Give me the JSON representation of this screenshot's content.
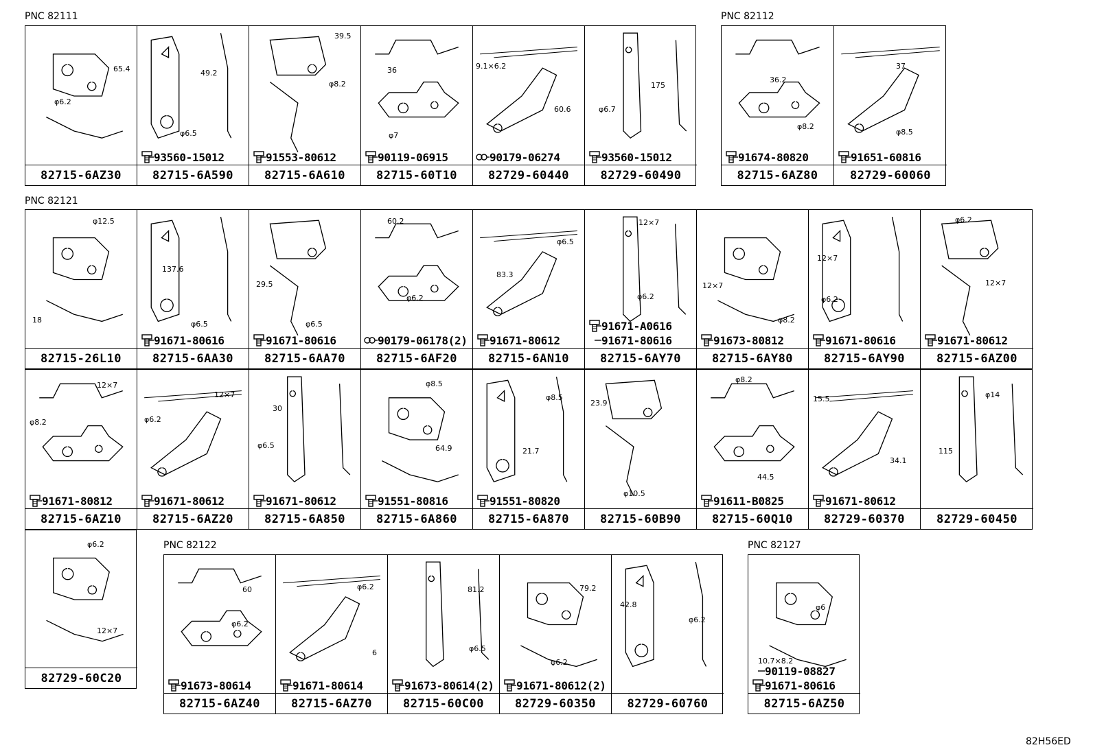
{
  "diagram_code": "82H56ED",
  "groups": [
    {
      "id": "82111",
      "label": "PNC 82111",
      "cells": [
        {
          "part": "82715-6AZ30",
          "dims": [
            "65.4",
            "φ6.2"
          ],
          "fasteners": []
        },
        {
          "part": "82715-6A590",
          "dims": [
            "49.2",
            "φ6.5"
          ],
          "fasteners": [
            {
              "type": "bolt",
              "num": "93560-15012"
            }
          ]
        },
        {
          "part": "82715-6A610",
          "dims": [
            "39.5",
            "φ8.2"
          ],
          "fasteners": [
            {
              "type": "bolt",
              "num": "91553-80612"
            }
          ]
        },
        {
          "part": "82715-60T10",
          "dims": [
            "36",
            "φ7"
          ],
          "fasteners": [
            {
              "type": "bolt",
              "num": "90119-06915"
            }
          ]
        },
        {
          "part": "82729-60440",
          "dims": [
            "9.1×6.2",
            "60.6"
          ],
          "fasteners": [
            {
              "type": "clip",
              "num": "90179-06274"
            }
          ]
        },
        {
          "part": "82729-60490",
          "dims": [
            "φ6.7",
            "175"
          ],
          "fasteners": [
            {
              "type": "bolt",
              "num": "93560-15012"
            }
          ]
        }
      ]
    },
    {
      "id": "82112",
      "label": "PNC 82112",
      "cells": [
        {
          "part": "82715-6AZ80",
          "dims": [
            "36.2",
            "φ8.2"
          ],
          "fasteners": [
            {
              "type": "bolt",
              "num": "91674-80820"
            }
          ]
        },
        {
          "part": "82729-60060",
          "dims": [
            "37",
            "φ8.5"
          ],
          "fasteners": [
            {
              "type": "bolt",
              "num": "91651-60816"
            }
          ]
        }
      ]
    },
    {
      "id": "82121a",
      "label": "PNC 82121",
      "cells": [
        {
          "part": "82715-26L10",
          "dims": [
            "φ12.5",
            "18"
          ],
          "fasteners": []
        },
        {
          "part": "82715-6AA30",
          "dims": [
            "137.6",
            "φ6.5"
          ],
          "fasteners": [
            {
              "type": "bolt",
              "num": "91671-80616"
            }
          ]
        },
        {
          "part": "82715-6AA70",
          "dims": [
            "29.5",
            "φ6.5"
          ],
          "fasteners": [
            {
              "type": "bolt",
              "num": "91671-80616"
            }
          ]
        },
        {
          "part": "82715-6AF20",
          "dims": [
            "60.2",
            "φ6.2"
          ],
          "fasteners": [
            {
              "type": "clip",
              "num": "90179-06178(2)"
            }
          ]
        },
        {
          "part": "82715-6AN10",
          "dims": [
            "83.3",
            "φ6.5"
          ],
          "fasteners": [
            {
              "type": "bolt",
              "num": "91671-80612"
            }
          ]
        },
        {
          "part": "82715-6AY70",
          "dims": [
            "12×7",
            "φ6.2"
          ],
          "fasteners": [
            {
              "type": "bolt",
              "num": "91671-A0616"
            },
            {
              "type": "none",
              "num": "91671-80616"
            }
          ]
        },
        {
          "part": "82715-6AY80",
          "dims": [
            "12×7",
            "φ8.2"
          ],
          "fasteners": [
            {
              "type": "bolt",
              "num": "91673-80812"
            }
          ]
        },
        {
          "part": "82715-6AY90",
          "dims": [
            "12×7",
            "φ6.2"
          ],
          "fasteners": [
            {
              "type": "bolt",
              "num": "91671-80616"
            }
          ]
        },
        {
          "part": "82715-6AZ00",
          "dims": [
            "φ6.2",
            "12×7"
          ],
          "fasteners": [
            {
              "type": "bolt",
              "num": "91671-80612"
            }
          ]
        }
      ]
    },
    {
      "id": "82121b",
      "label": "",
      "cells": [
        {
          "part": "82715-6AZ10",
          "dims": [
            "12×7",
            "φ8.2"
          ],
          "fasteners": [
            {
              "type": "bolt",
              "num": "91671-80812"
            }
          ]
        },
        {
          "part": "82715-6AZ20",
          "dims": [
            "φ6.2",
            "12×7"
          ],
          "fasteners": [
            {
              "type": "bolt",
              "num": "91671-80612"
            }
          ]
        },
        {
          "part": "82715-6A850",
          "dims": [
            "30",
            "φ6.5"
          ],
          "fasteners": [
            {
              "type": "bolt",
              "num": "91671-80612"
            }
          ]
        },
        {
          "part": "82715-6A860",
          "dims": [
            "φ8.5",
            "64.9"
          ],
          "fasteners": [
            {
              "type": "bolt",
              "num": "91551-80816"
            }
          ]
        },
        {
          "part": "82715-6A870",
          "dims": [
            "φ8.5",
            "21.7"
          ],
          "fasteners": [
            {
              "type": "bolt",
              "num": "91551-80820"
            }
          ]
        },
        {
          "part": "82715-60B90",
          "dims": [
            "23.9",
            "φ10.5"
          ],
          "fasteners": []
        },
        {
          "part": "82715-60Q10",
          "dims": [
            "φ8.2",
            "44.5"
          ],
          "fasteners": [
            {
              "type": "bolt",
              "num": "91611-B0825"
            }
          ]
        },
        {
          "part": "82729-60370",
          "dims": [
            "15.5",
            "34.1"
          ],
          "fasteners": [
            {
              "type": "bolt",
              "num": "91671-80612"
            }
          ]
        },
        {
          "part": "82729-60450",
          "dims": [
            "φ14",
            "115"
          ],
          "fasteners": []
        }
      ]
    },
    {
      "id": "82121c",
      "label": "",
      "cells": [
        {
          "part": "82729-60C20",
          "dims": [
            "φ6.2",
            "12×7"
          ],
          "fasteners": []
        }
      ]
    },
    {
      "id": "82122",
      "label": "PNC 82122",
      "cells": [
        {
          "part": "82715-6AZ40",
          "dims": [
            "60",
            "φ6.2"
          ],
          "fasteners": [
            {
              "type": "bolt",
              "num": "91673-80614"
            }
          ]
        },
        {
          "part": "82715-6AZ70",
          "dims": [
            "φ6.2",
            "6"
          ],
          "fasteners": [
            {
              "type": "bolt",
              "num": "91671-80614"
            }
          ]
        },
        {
          "part": "82715-60C00",
          "dims": [
            "81.2",
            "φ6.5"
          ],
          "fasteners": [
            {
              "type": "bolt",
              "num": "91673-80614(2)"
            }
          ]
        },
        {
          "part": "82729-60350",
          "dims": [
            "79.2",
            "φ6.2"
          ],
          "fasteners": [
            {
              "type": "bolt",
              "num": "91671-80612(2)"
            }
          ]
        },
        {
          "part": "82729-60760",
          "dims": [
            "42.8",
            "φ6.2"
          ],
          "fasteners": []
        }
      ]
    },
    {
      "id": "82127",
      "label": "PNC 82127",
      "cells": [
        {
          "part": "82715-6AZ50",
          "dims": [
            "φ6",
            "10.7×8.2"
          ],
          "fasteners": [
            {
              "type": "none",
              "num": "90119-08827"
            },
            {
              "type": "bolt",
              "num": "91671-80616"
            }
          ]
        }
      ]
    }
  ]
}
